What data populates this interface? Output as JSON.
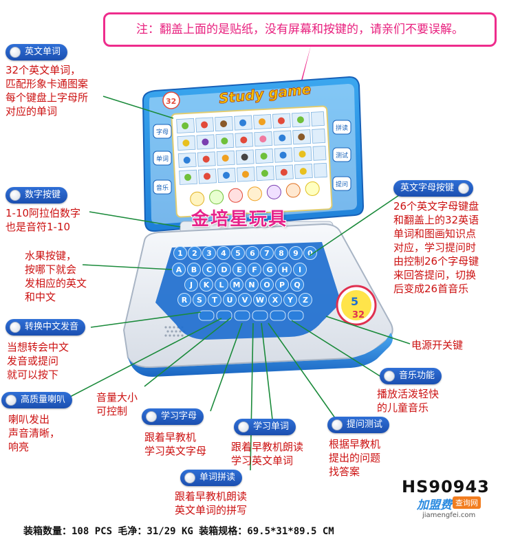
{
  "banner": "注：翻盖上面的是贴纸，没有屏幕和按键的，请亲们不要误解。",
  "brand": "金培星玩具",
  "model": "HS90943",
  "footer": "装箱数量：108 PCS 毛净：31/29 KG 装箱规格：69.5*31*89.5  CM",
  "watermark": {
    "name": "加盟费",
    "tag": "查询网",
    "url": "jiamengfei.com"
  },
  "device": {
    "logo_text": "Study game",
    "word_count": "32",
    "left_buttons": [
      "字母",
      "单词",
      "音乐"
    ],
    "right_buttons": [
      "拼读",
      "测试",
      "提问"
    ],
    "number_keys": [
      "1",
      "2",
      "3",
      "4",
      "5",
      "6",
      "7",
      "8",
      "9",
      "0"
    ],
    "row_a": [
      "A",
      "B",
      "C",
      "D",
      "E",
      "F",
      "G",
      "H",
      "I"
    ],
    "row_b": [
      "J",
      "K",
      "L",
      "M",
      "N",
      "O",
      "P",
      "Q"
    ],
    "row_c": [
      "R",
      "S",
      "T",
      "U",
      "V",
      "W",
      "X",
      "Y",
      "Z"
    ],
    "badge_number": "5",
    "badge_number_2": "32"
  },
  "features": {
    "english_words": {
      "label": "英文单词",
      "desc": " 32个英文单词，\n匹配形象卡通图案\n每个键盘上字母所\n对应的单词"
    },
    "number_keys": {
      "label": "数字按键",
      "desc": "1-10阿拉伯数字\n也是音符1-10"
    },
    "fruit_keys": {
      "desc": "水果按键，\n按哪下就会\n发相应的英文\n和中文"
    },
    "switch_lang": {
      "label": "转换中文发音",
      "desc": "当想转会中文\n发音或提问\n就可以按下"
    },
    "speaker": {
      "label": "高质量喇叭",
      "desc": "喇叭发出\n声音清晰，\n响亮"
    },
    "volume": {
      "desc": "音量大小\n可控制"
    },
    "learn_letters": {
      "label": "学习字母",
      "desc": "跟着早教机\n学习英文字母"
    },
    "learn_words": {
      "label": "学习单词",
      "desc": "跟着早教机朗读\n学习英文单词"
    },
    "spelling": {
      "label": "单词拼读",
      "desc": "跟着早教机朗读\n英文单词的拼写"
    },
    "quiz": {
      "label": "提问测试",
      "desc": "根据早教机\n提出的问题\n找答案"
    },
    "music": {
      "label": "音乐功能",
      "desc": "播放活泼轻快\n的儿童音乐"
    },
    "power": {
      "desc": "电源开关键"
    },
    "letter_keys": {
      "label": "英文字母按键",
      "desc": "26个英文字母键盘\n和翻盖上的32英语\n单词和图画知识点\n对应，学习提问时\n由控制26个字母键\n来回答提问，切换\n后变成26首音乐"
    }
  }
}
